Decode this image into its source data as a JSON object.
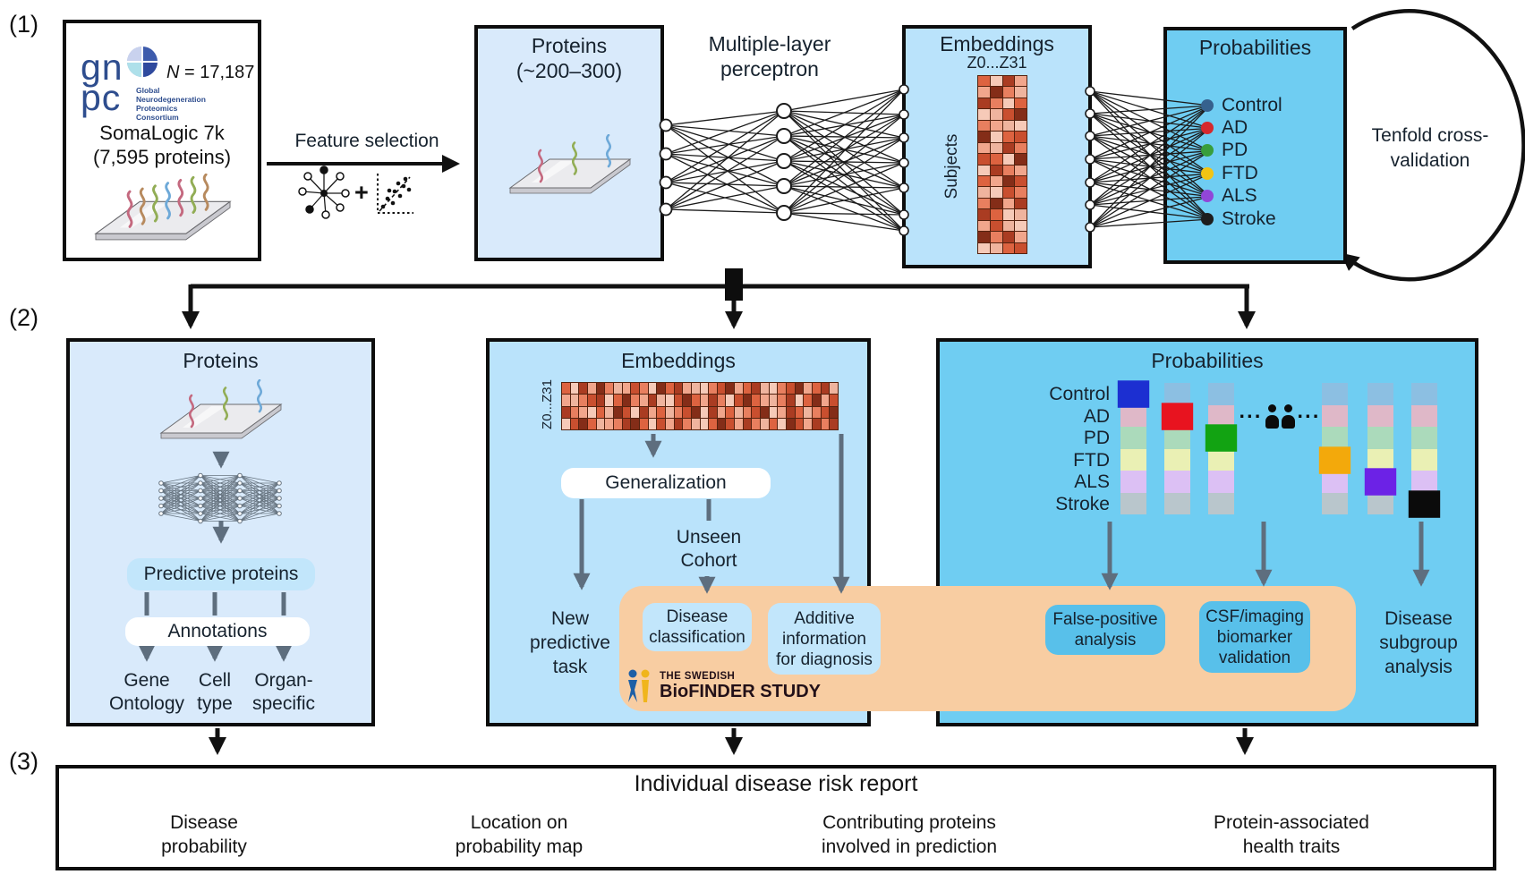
{
  "figure": {
    "step1": "(1)",
    "step2": "(2)",
    "step3": "(3)"
  },
  "gnpc": {
    "logo_top": "gn",
    "logo_bottom": "pc",
    "consortium": "Global\nNeurodegeneration\nProteomics\nConsortium",
    "n_italic": "N",
    "n_value": " = 17,187",
    "platform": "SomaLogic 7k",
    "platform_detail": "(7,595 proteins)"
  },
  "feature_selection": {
    "label": "Feature selection",
    "plus": "+"
  },
  "proteins1": {
    "title": "Proteins",
    "subtitle": "(~200–300)"
  },
  "mlp": {
    "line1": "Multiple-layer",
    "line2": "perceptron"
  },
  "embeddings1": {
    "title": "Embeddings",
    "subtitle": "Z0...Z31",
    "axis": "Subjects"
  },
  "probabilities1": {
    "title": "Probabilities",
    "classes": [
      {
        "label": "Control",
        "dot": "#36618e"
      },
      {
        "label": "AD",
        "dot": "#d5292d"
      },
      {
        "label": "PD",
        "dot": "#389e3c"
      },
      {
        "label": "FTD",
        "dot": "#f2c414"
      },
      {
        "label": "ALS",
        "dot": "#9146d8"
      },
      {
        "label": "Stroke",
        "dot": "#1d1d1d"
      }
    ]
  },
  "tenfold": {
    "line1": "Tenfold cross-",
    "line2": "validation"
  },
  "proteins2": {
    "title": "Proteins",
    "predictive": "Predictive proteins",
    "annotations": "Annotations",
    "outputs": [
      "Gene\nOntology",
      "Cell\ntype",
      "Organ-\nspecific"
    ]
  },
  "embeddings2": {
    "title": "Embeddings",
    "axis": "Z0...Z31",
    "generalization": "Generalization",
    "unseen": "Unseen\nCohort",
    "new_task": "New\npredictive\ntask",
    "disease_classification": "Disease\nclassification",
    "additive": "Additive\ninformation\nfor diagnosis",
    "biofinder_top": "THE SWEDISH",
    "biofinder_bottom": "BioFINDER STUDY"
  },
  "probabilities2": {
    "title": "Probabilities",
    "rows": [
      {
        "label": "Control",
        "muted": "#8cbfe2",
        "highlight": "#1c2fd1"
      },
      {
        "label": "AD",
        "muted": "#dfb8c8",
        "highlight": "#e8131f"
      },
      {
        "label": "PD",
        "muted": "#abdabb",
        "highlight": "#12a312"
      },
      {
        "label": "FTD",
        "muted": "#eaf0b4",
        "highlight": "#f3a90b"
      },
      {
        "label": "ALS",
        "muted": "#dcc0f4",
        "highlight": "#6c22e6"
      },
      {
        "label": "Stroke",
        "muted": "#b9c6cc",
        "highlight": "#0b0b0b"
      }
    ],
    "column_highlights": [
      "Control",
      "AD",
      "PD",
      "FTD",
      "ALS",
      "Stroke"
    ],
    "separator_dots": "···",
    "false_positive": "False-positive\nanalysis",
    "csf": "CSF/imaging\nbiomarker\nvalidation",
    "subgroup": "Disease\nsubgroup\nanalysis"
  },
  "report": {
    "title": "Individual disease risk report",
    "items": [
      "Disease\nprobability",
      "Location on\nprobability map",
      "Contributing proteins\ninvolved in prediction",
      "Protein-associated\nhealth traits"
    ]
  },
  "heatmap": {
    "palette": [
      "#f6cab8",
      "#f1a68c",
      "#e87f5f",
      "#dd6340",
      "#c94f2f",
      "#aa3c22",
      "#842d18",
      "#efb49e"
    ],
    "grid_subjects": [
      "3051",
      "1627",
      "5203",
      "0746",
      "2170",
      "6034",
      "1752",
      "4306",
      "0521",
      "3164",
      "7042",
      "2615",
      "5307",
      "1470",
      "6251",
      "0734"
    ],
    "grid_wide": [
      "30516271420635170246135702461357",
      "17245036215704631520463172503614",
      "52103764051372460513724601537246",
      "04637125630415270364152730641525"
    ]
  },
  "colors": {
    "box_light_blue": "#d9eafb",
    "box_mid_blue": "#bae3fb",
    "box_bright_blue": "#6fcdf2",
    "orange_band": "#f8cda2",
    "pill_light": "#c2e6fb",
    "pill_bright": "#58c0ea",
    "arrow_gray": "#5e6e7e",
    "text_dark": "#16222e"
  }
}
